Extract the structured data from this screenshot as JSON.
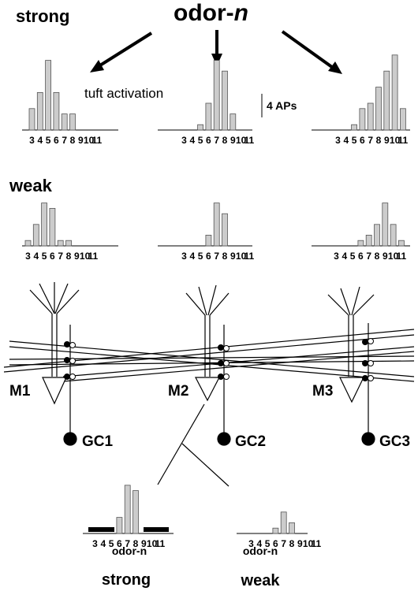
{
  "odor_label": "odor-",
  "odor_italic": "n",
  "labels": {
    "strong": "strong",
    "weak": "weak",
    "tuft_activation": "tuft activation",
    "scale_bar": "4 APs"
  },
  "neurons": {
    "mitral": [
      "M1",
      "M2",
      "M3"
    ],
    "granule": [
      "GC1",
      "GC2",
      "GC3"
    ]
  },
  "bottom": {
    "odor_label": "odor-n",
    "strong": "strong",
    "weak": "weak"
  },
  "histogram_axis_ticks": [
    "3",
    "4",
    "5",
    "6",
    "7",
    "8",
    "9",
    "10",
    "11"
  ],
  "chart_data": [
    {
      "type": "bar",
      "title": "strong",
      "categories": [
        "3",
        "4",
        "5",
        "6",
        "7",
        "8",
        "9",
        "10",
        "11"
      ],
      "values": [
        4,
        7,
        13,
        7,
        3,
        3,
        0,
        0,
        0
      ]
    },
    {
      "type": "bar",
      "title": "strong",
      "categories": [
        "3",
        "4",
        "5",
        "6",
        "7",
        "8",
        "9",
        "10",
        "11"
      ],
      "values": [
        0,
        0,
        1,
        5,
        13,
        11,
        3,
        0,
        0
      ]
    },
    {
      "type": "bar",
      "title": "strong",
      "categories": [
        "3",
        "4",
        "5",
        "6",
        "7",
        "8",
        "9",
        "10",
        "11"
      ],
      "values": [
        0,
        0,
        1,
        4,
        5,
        8,
        11,
        14,
        4
      ]
    },
    {
      "type": "bar",
      "title": "weak",
      "categories": [
        "3",
        "4",
        "5",
        "6",
        "7",
        "8",
        "9",
        "10",
        "11"
      ],
      "values": [
        1,
        4,
        8,
        7,
        1,
        1,
        0,
        0,
        0
      ]
    },
    {
      "type": "bar",
      "title": "weak",
      "categories": [
        "3",
        "4",
        "5",
        "6",
        "7",
        "8",
        "9",
        "10",
        "11"
      ],
      "values": [
        0,
        0,
        0,
        2,
        8,
        6,
        0,
        0,
        0
      ]
    },
    {
      "type": "bar",
      "title": "weak",
      "categories": [
        "3",
        "4",
        "5",
        "6",
        "7",
        "8",
        "9",
        "10",
        "11"
      ],
      "values": [
        0,
        0,
        0,
        1,
        2,
        4,
        8,
        4,
        1
      ]
    },
    {
      "type": "bar",
      "title": "strong",
      "xlabel": "odor-n",
      "categories": [
        "3",
        "4",
        "5",
        "6",
        "7",
        "8",
        "9",
        "10",
        "11"
      ],
      "values": [
        0,
        0,
        0,
        3,
        9,
        8,
        0,
        0,
        0
      ]
    },
    {
      "type": "bar",
      "title": "weak",
      "xlabel": "odor-n",
      "categories": [
        "3",
        "4",
        "5",
        "6",
        "7",
        "8",
        "9",
        "10",
        "11"
      ],
      "values": [
        0,
        0,
        0,
        1,
        4,
        2,
        0,
        0,
        0
      ]
    }
  ]
}
